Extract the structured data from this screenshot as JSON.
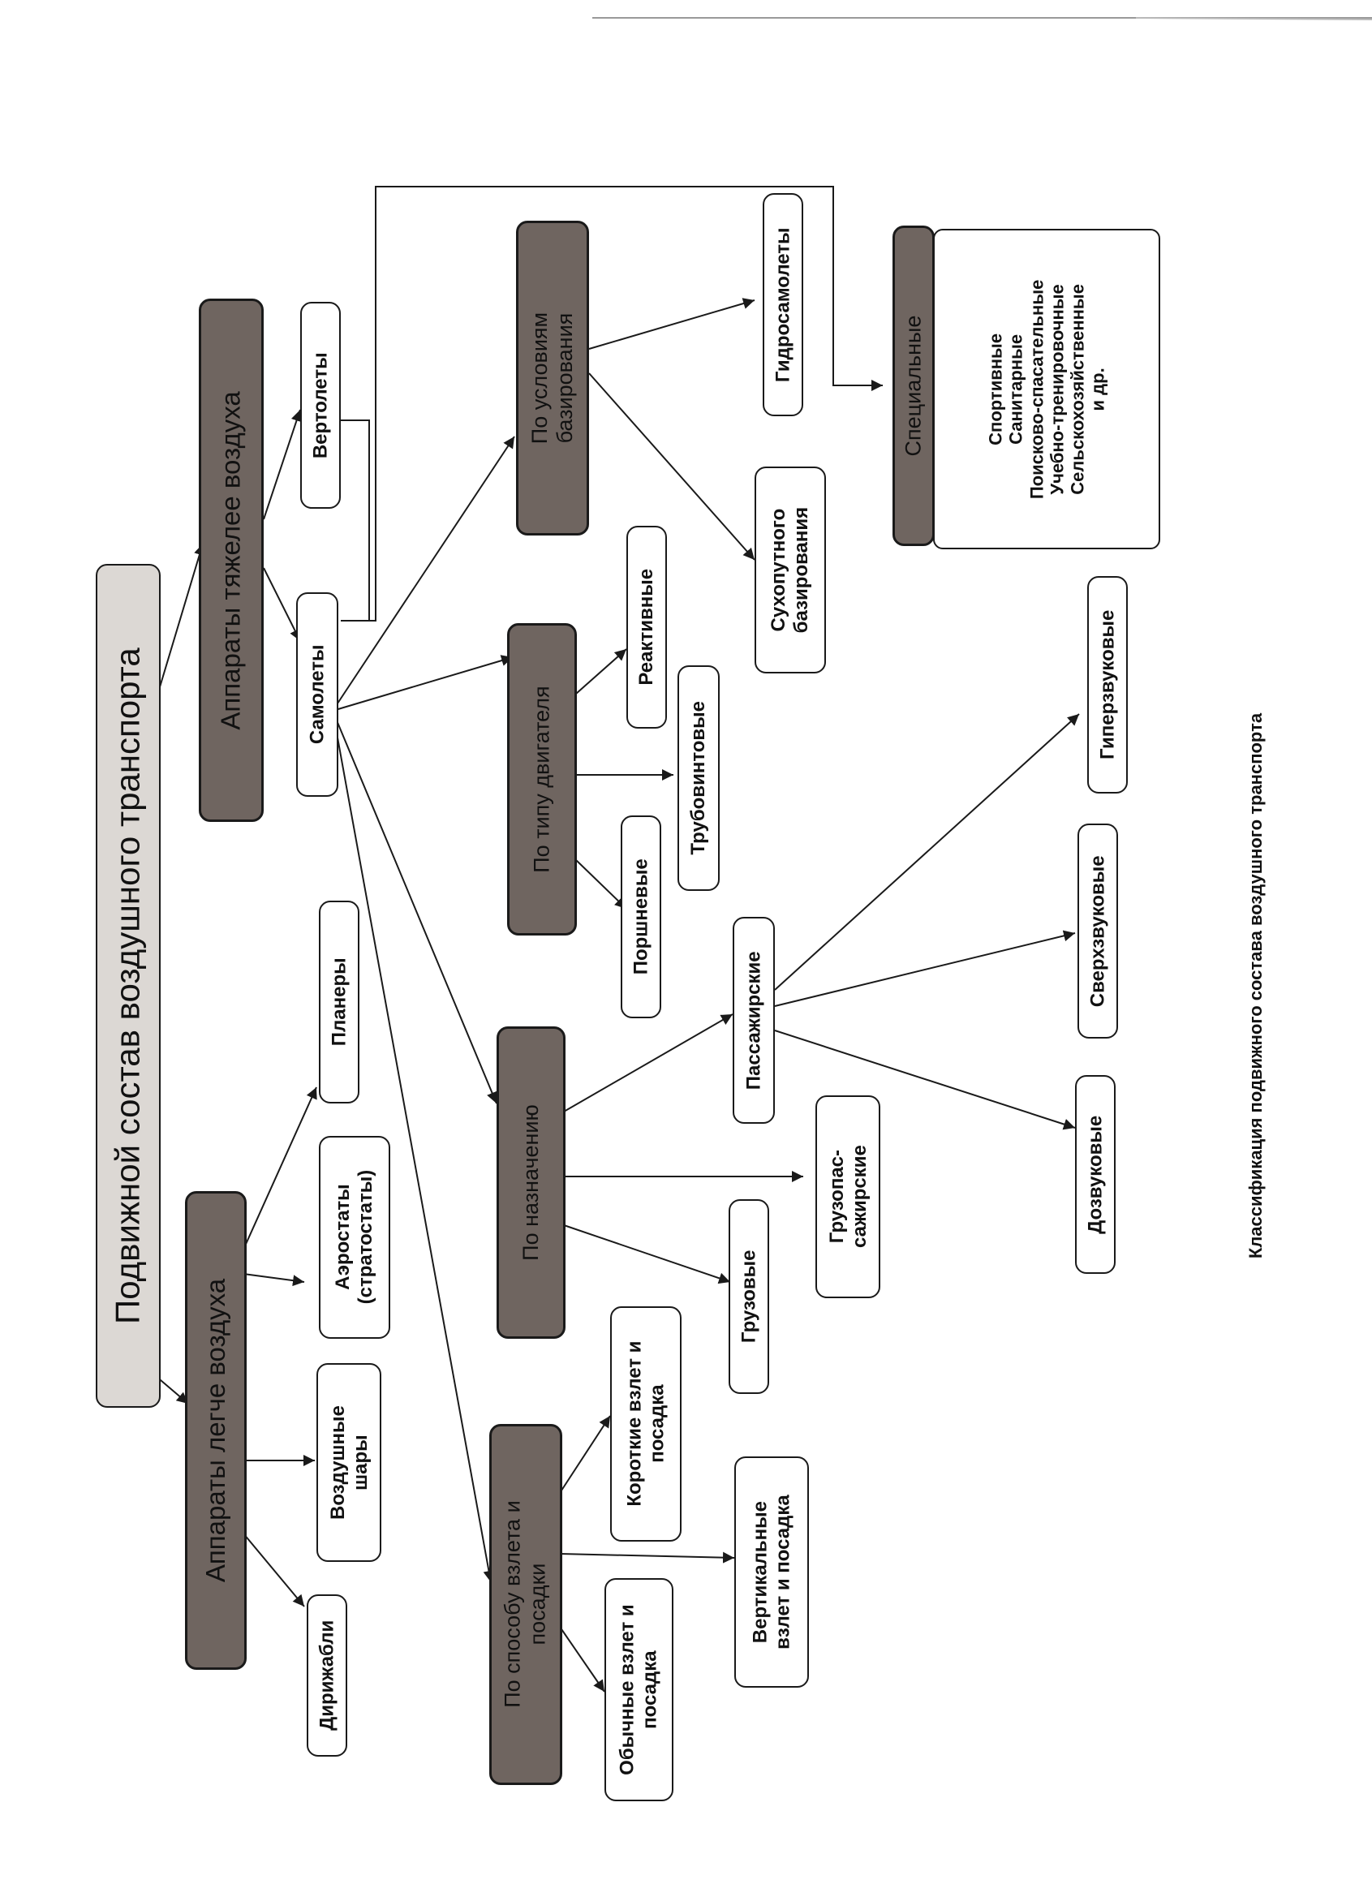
{
  "diagram": {
    "caption": "Классификация подвижного состава воздушного транспорта",
    "nodes": {
      "root": "Подвижной состав воздушного транспорта",
      "lighter": "Аппараты легче воздуха",
      "heavier": "Аппараты тяжелее воздуха",
      "airships": "Дирижабли",
      "balloons": [
        "Воздушные",
        "шары"
      ],
      "aerostats": [
        "Аэростаты",
        "(стратостаты)"
      ],
      "gliders": "Планеры",
      "helicopters": "Вертолеты",
      "airplanes": "Самолеты",
      "by_takeoff": [
        "По способу взлета и",
        "посадки"
      ],
      "by_purpose": "По назначению",
      "by_engine": "По типу двигателя",
      "by_basing": [
        "По условиям",
        "базирования"
      ],
      "special": "Специальные",
      "special_list": [
        "Спортивные",
        "Санитарные",
        "Поисково-спасательные",
        "Учебно-тренировочные",
        "Сельскохозяйственные",
        "и др."
      ],
      "normal_takeoff": [
        "Обычные взлет и",
        "посадка"
      ],
      "vertical_takeoff": [
        "Вертикальные",
        "взлет и посадка"
      ],
      "short_takeoff": [
        "Короткие взлет и",
        "посадка"
      ],
      "cargo": "Грузовые",
      "cargo_passenger": [
        "Грузопас-",
        "сажирские"
      ],
      "passenger": "Пассажирские",
      "subsonic": "Дозвуковые",
      "supersonic": "Сверхзвуковые",
      "hypersonic": "Гиперзвуковые",
      "piston": "Поршневые",
      "turboprop": "Трубовинтовые",
      "jet": "Реактивные",
      "land_based": [
        "Сухопутного",
        "базирования"
      ],
      "seaplanes": "Гидросамолеты"
    }
  }
}
